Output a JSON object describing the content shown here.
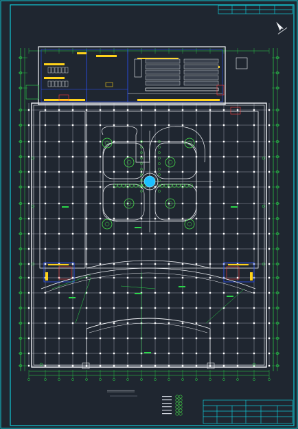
{
  "drawing": {
    "title": "",
    "scale_note": "",
    "colors": {
      "background": "#1f2630",
      "frame": "#12c9d6",
      "wall": "#f2f4f8",
      "grid": "#cfd6e2",
      "dimension": "#2bd94a",
      "structure_blue": "#2a52ff",
      "hatch_yellow": "#ffd21a",
      "stair_red": "#ff3b3b",
      "landscape_green": "#46e04a",
      "fountain": "#1dbfff"
    }
  },
  "title_block_top": {
    "rows": 1,
    "cols": 5
  },
  "title_block_bottom": {
    "rows": 4,
    "cols": 6
  },
  "legend": {
    "items": 6
  },
  "icons": [
    "north-arrow-icon",
    "tree-icon",
    "stair-icon",
    "fountain-icon"
  ]
}
